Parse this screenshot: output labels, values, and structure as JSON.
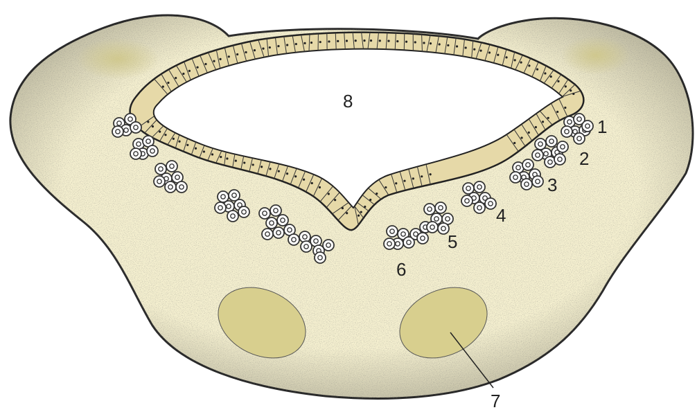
{
  "diagram": {
    "colors": {
      "tissue": "#f4efcf",
      "tissue_edge": "#2b2b2b",
      "stipple": "#3a3a3a",
      "epithelium": "#e6d9a8",
      "lumen": "#ffffff",
      "highlight": "#d9d39a",
      "cell_fill": "#ffffff",
      "cell_stroke": "#333333"
    },
    "labels": [
      {
        "id": "label-1",
        "text": "1"
      },
      {
        "id": "label-2",
        "text": "2"
      },
      {
        "id": "label-3",
        "text": "3"
      },
      {
        "id": "label-4",
        "text": "4"
      },
      {
        "id": "label-5",
        "text": "5"
      },
      {
        "id": "label-6",
        "text": "6"
      },
      {
        "id": "label-7",
        "text": "7"
      },
      {
        "id": "label-8",
        "text": "8"
      }
    ]
  }
}
